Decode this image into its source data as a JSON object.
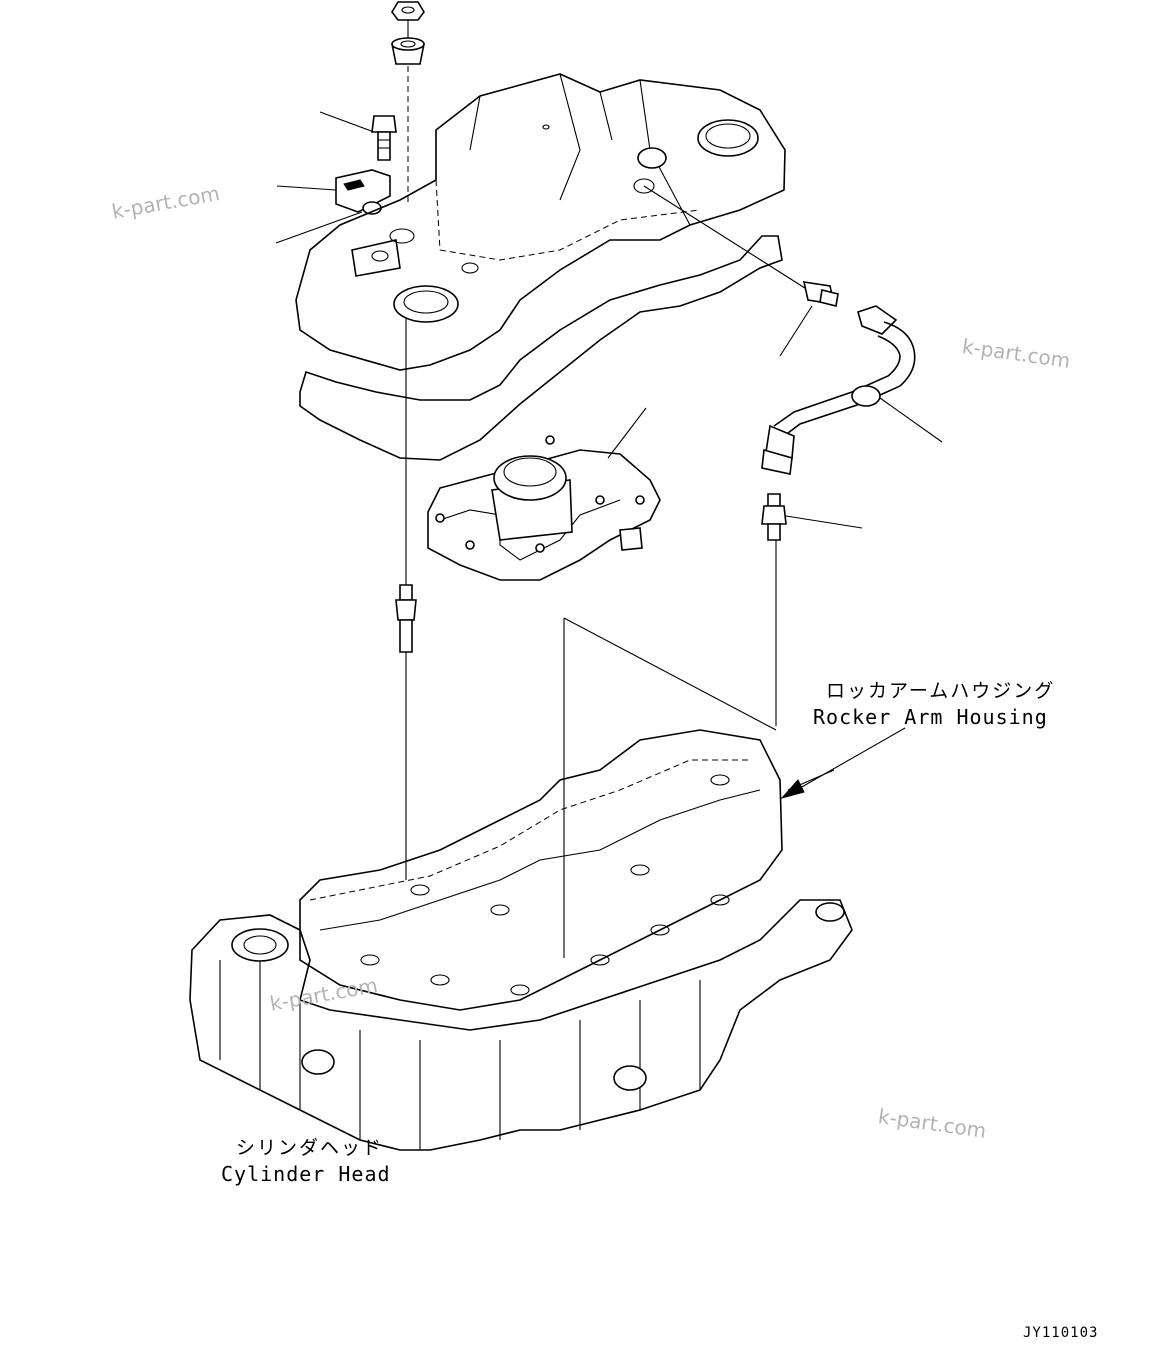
{
  "labels": {
    "rocker_arm_housing_jp": "ロッカアームハウジング",
    "rocker_arm_housing_en": "Rocker Arm Housing",
    "cylinder_head_jp": "シリンダヘッド",
    "cylinder_head_en": "Cylinder Head"
  },
  "watermark": "k-part.com",
  "drawing_code": "JY110103",
  "colors": {
    "line": "#000000",
    "background": "#ffffff",
    "watermark": "#b3b3b3"
  }
}
